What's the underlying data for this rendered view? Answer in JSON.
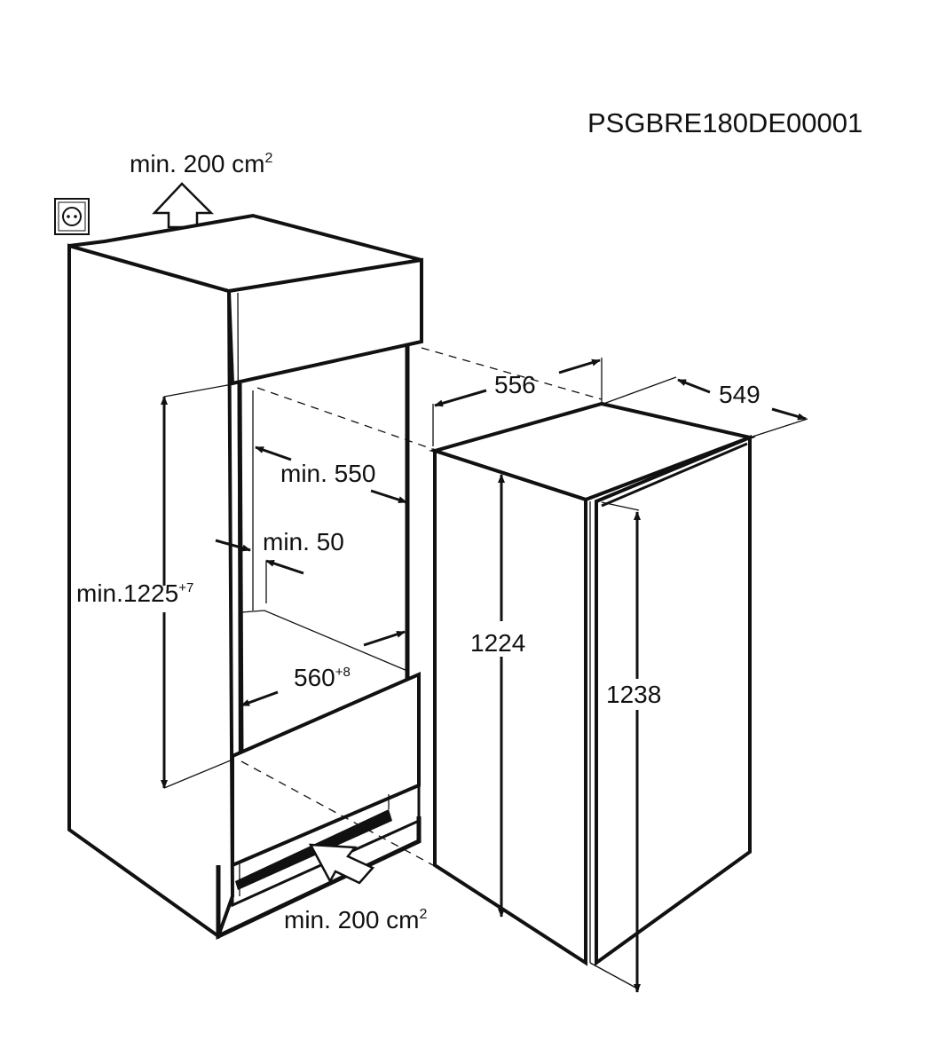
{
  "model_code": "PSGBRE180DE00001",
  "ventilation_top": {
    "label": "min. 200 cm",
    "sup": "2"
  },
  "ventilation_bottom": {
    "label": "min. 200 cm",
    "sup": "2"
  },
  "niche": {
    "height": {
      "label": "min.1225",
      "sup": "+7"
    },
    "depth": {
      "label": "min. 550"
    },
    "gap": {
      "label": "min. 50"
    },
    "width": {
      "label": "560",
      "sup": "+8"
    }
  },
  "appliance": {
    "width": "556",
    "depth": "549",
    "body_height": "1224",
    "total_height": "1238"
  },
  "icons": {
    "socket": "power-socket-icon",
    "vent_up": "arrow-up-icon",
    "vent_in": "arrow-icon"
  }
}
